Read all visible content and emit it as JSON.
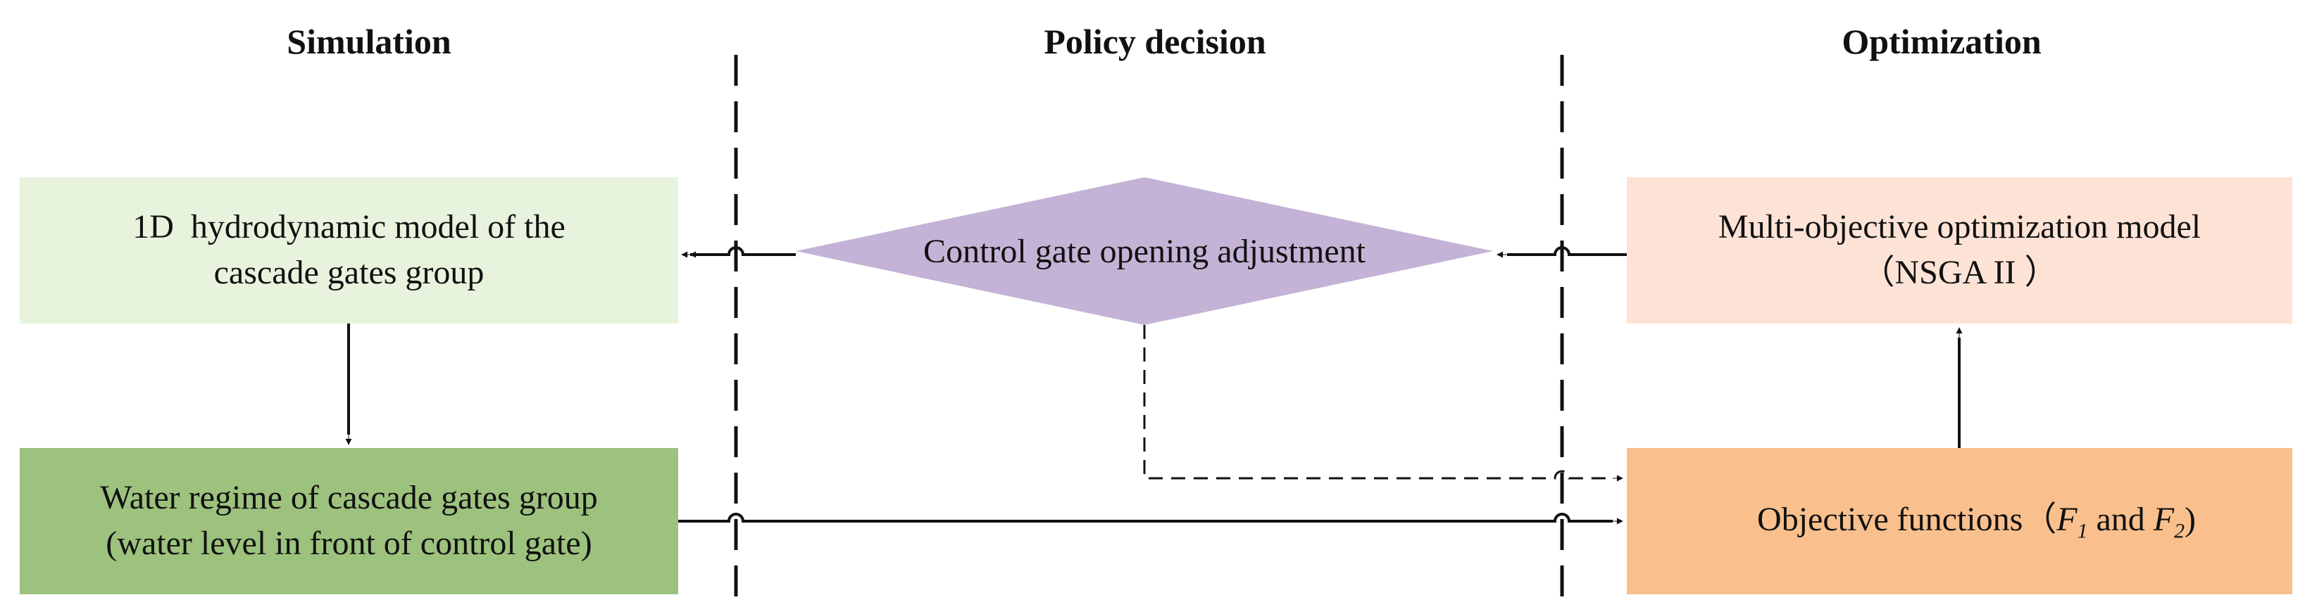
{
  "headings": {
    "simulation": "Simulation",
    "policy": "Policy decision",
    "optimization": "Optimization"
  },
  "nodes": {
    "hydro_model": {
      "line1": "1D  hydrodynamic model of the",
      "line2": "cascade gates group"
    },
    "water_regime": {
      "line1": "Water regime of cascade gates group",
      "line2": "(water level in front of control gate)"
    },
    "gate_adjust": {
      "label": "Control gate opening adjustment"
    },
    "multi_objective": {
      "line1": "Multi-objective optimization model",
      "line2": "（NSGA II ）"
    },
    "objective_functions": {
      "prefix": "Objective functions（",
      "f1_base": "F",
      "f1_sub": "1",
      "and": " and ",
      "f2_base": "F",
      "f2_sub": "2",
      "suffix": ")"
    }
  },
  "colors": {
    "hydro_model": "#e8f3dd",
    "water_regime": "#9dc27e",
    "gate_adjust": "#c4b3d6",
    "multi_objective": "#fde3d6",
    "objective_functions": "#f9c08d"
  }
}
